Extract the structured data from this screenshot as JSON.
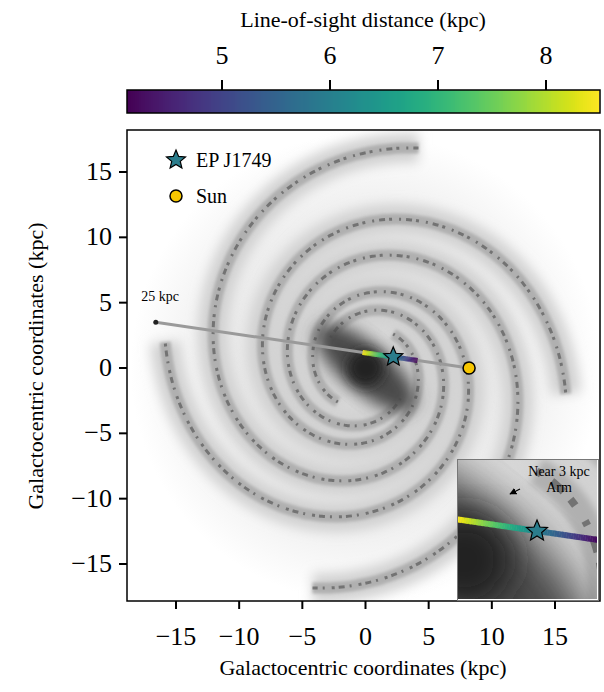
{
  "diagram": {
    "nodes": [
      {
        "text": [
          "Near 3 kpc Arm"
        ]
      }
    ],
    "edges": [],
    "labels": [
      "Line-of-sight distance (kpc)",
      "5",
      "6",
      "7",
      "8",
      "15",
      "10",
      "5",
      "0",
      "−5",
      "−10",
      "−15",
      "−15",
      "−10",
      "−5",
      "0",
      "5",
      "10",
      "15",
      "Galactocentric coordinates (kpc)",
      "Galactocentric coordinates (kpc)",
      "25 kpc"
    ],
    "legend": [
      {
        "text": "EP J1749"
      },
      {
        "text": "Sun"
      }
    ]
  }
}
